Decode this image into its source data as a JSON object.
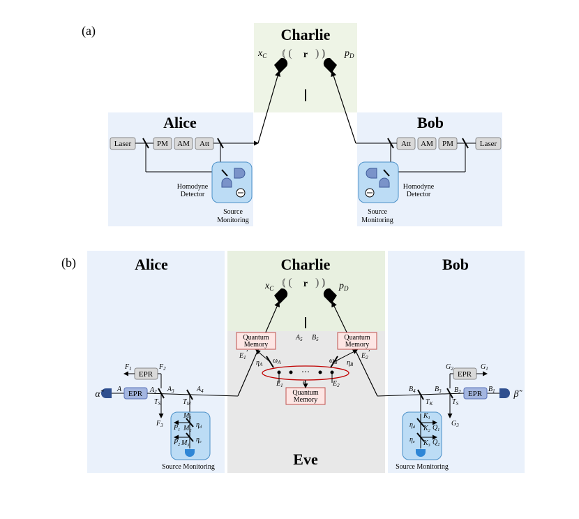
{
  "panel_a": {
    "panel_label": "(a)",
    "charlie": {
      "title": "Charlie",
      "detector_left": "x_C",
      "detector_right": "p_D",
      "signal_label": "r"
    },
    "alice": {
      "title": "Alice",
      "components": [
        "Laser",
        "PM",
        "AM",
        "Att"
      ],
      "detector_label_line1": "Homodyne",
      "detector_label_line2": "Detector",
      "monitor_label_line1": "Source",
      "monitor_label_line2": "Monitoring"
    },
    "bob": {
      "title": "Bob",
      "components": [
        "Att",
        "AM",
        "PM",
        "Laser"
      ],
      "detector_label_line1": "Homodyne",
      "detector_label_line2": "Detector",
      "monitor_label_line1": "Source",
      "monitor_label_line2": "Monitoring"
    }
  },
  "panel_b": {
    "panel_label": "(b)",
    "alice": {
      "title": "Alice",
      "epr_top": "EPR",
      "epr_main": "EPR",
      "monitor_label": "Source Monitoring",
      "symbols": {
        "alpha": "α̃",
        "A": "A",
        "A2": "A",
        "A2_sub": "2",
        "A3": "A",
        "A3_sub": "3",
        "A4": "A",
        "A4_sub": "4",
        "F1": "F",
        "F1_sub": "1",
        "F2": "F",
        "F2_sub": "2",
        "F3": "F",
        "F3_sub": "3",
        "TS": "T",
        "TS_sub": "S",
        "TM": "T",
        "TM_sub": "M",
        "M1": "M",
        "M1_sub": "1",
        "M2": "M",
        "M2_sub": "2",
        "M3": "M",
        "M3_sub": "3",
        "P1": "P",
        "P1_sub": "1",
        "P2": "P",
        "P2_sub": "2",
        "eta_d": "η",
        "eta_d_sub": "d",
        "eta_e": "η",
        "eta_e_sub": "e"
      }
    },
    "charlie": {
      "title": "Charlie",
      "detector_left": "x_C",
      "detector_right": "p_D",
      "signal_label": "r",
      "A5": "A",
      "A5_sub": "5",
      "B5": "B",
      "B5_sub": "5"
    },
    "eve": {
      "title": "Eve",
      "memory_left_line1": "Quantum",
      "memory_left_line2": "Memory",
      "memory_right_line1": "Quantum",
      "memory_right_line2": "Memory",
      "memory_bottom_line1": "Quantum",
      "memory_bottom_line2": "Memory",
      "dots": "⋯",
      "symbols": {
        "E1p": "E",
        "E1p_sub": "1",
        "E2p": "E",
        "E2p_sub": "2",
        "E1": "E",
        "E1_sub": "1",
        "E2": "E",
        "E2_sub": "2",
        "e": "e",
        "omegaA": "ω",
        "omegaA_sub": "A",
        "omegaB": "ω",
        "omegaB_sub": "B",
        "etaA": "η",
        "etaA_sub": "A",
        "etaB": "η",
        "etaB_sub": "B"
      }
    },
    "bob": {
      "title": "Bob",
      "epr_top": "EPR",
      "epr_main": "EPR",
      "monitor_label": "Source Monitoring",
      "symbols": {
        "beta": "β̃",
        "B1": "B",
        "B1_sub": "1",
        "B2": "B",
        "B2_sub": "2",
        "B3": "B",
        "B3_sub": "3",
        "B4": "B",
        "B4_sub": "4",
        "G1": "G",
        "G1_sub": "1",
        "G2": "G",
        "G2_sub": "2",
        "G3": "G",
        "G3_sub": "3",
        "TS": "T",
        "TS_sub": "S",
        "TK": "T",
        "TK_sub": "K",
        "K1": "K",
        "K1_sub": "1",
        "K2": "K",
        "K2_sub": "2",
        "K3": "K",
        "K3_sub": "3",
        "Q1": "Q",
        "Q1_sub": "1",
        "Q2": "Q",
        "Q2_sub": "2",
        "eta_d": "η",
        "eta_d_sub": "d",
        "eta_e": "η",
        "eta_e_sub": "e"
      }
    }
  }
}
